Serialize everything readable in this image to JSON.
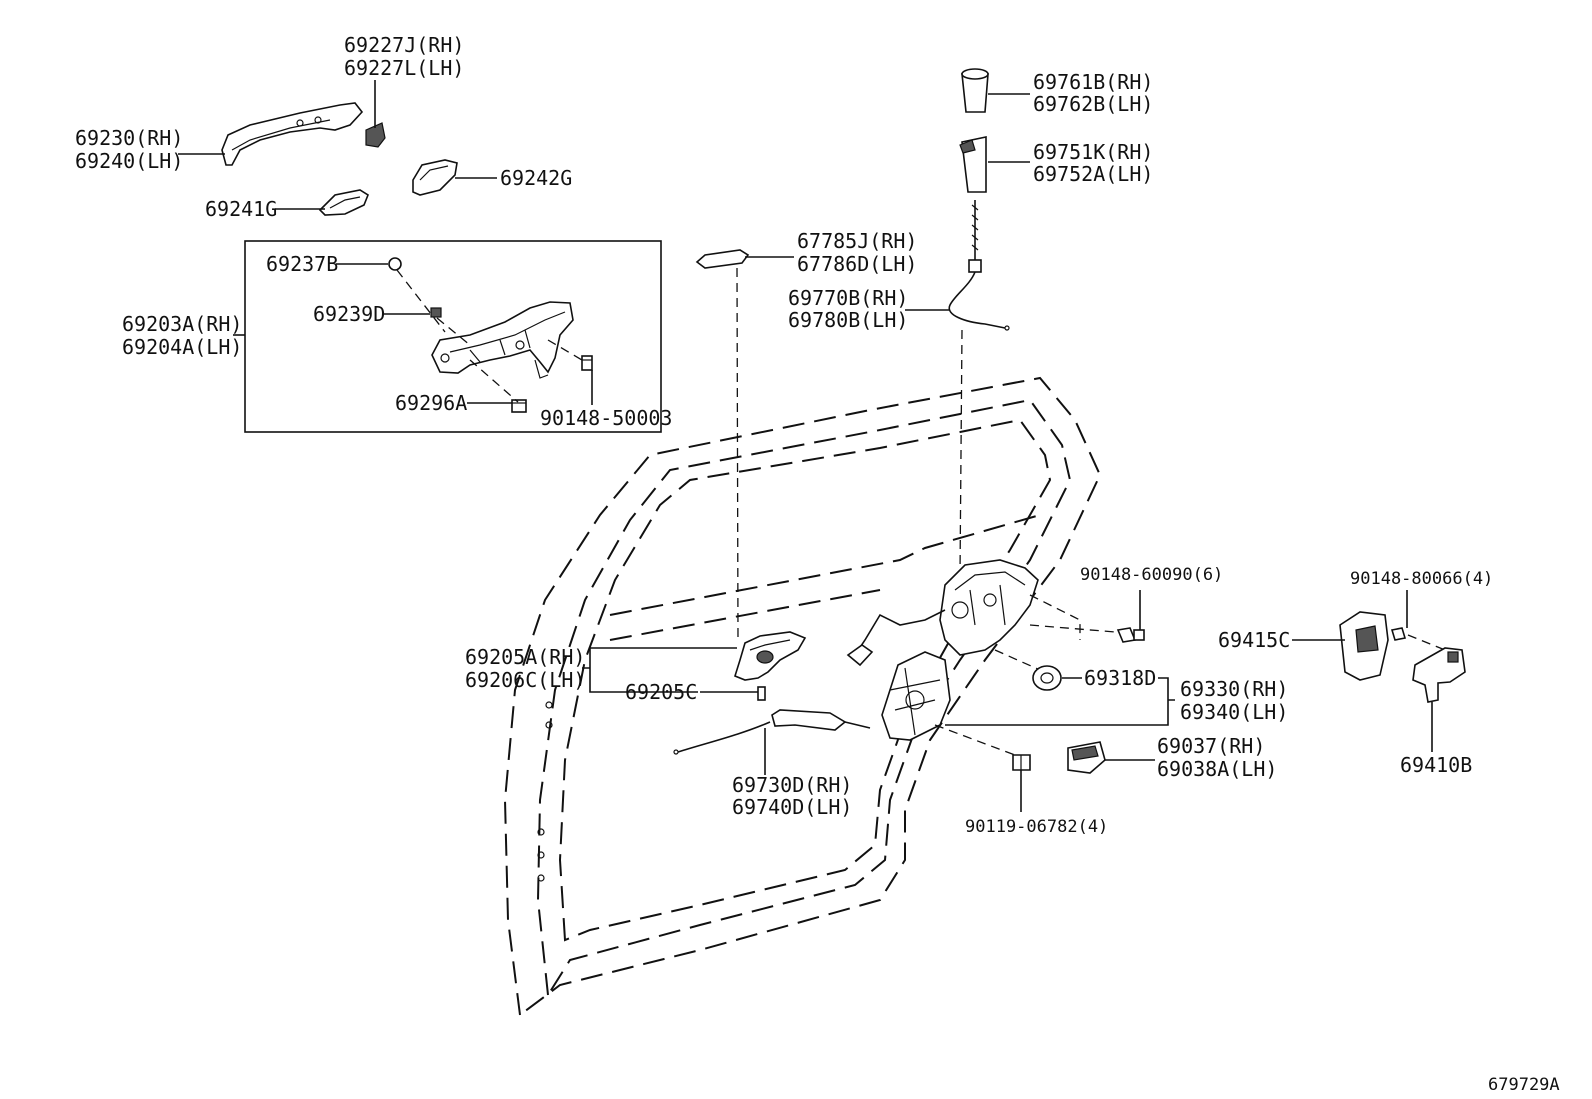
{
  "labels": {
    "p69227J": "69227J(RH)",
    "p69227L": "69227L(LH)",
    "p69230": "69230(RH)",
    "p69240": "69240(LH)",
    "p69242G": "69242G",
    "p69241G": "69241G",
    "p69237B": "69237B",
    "p69239D": "69239D",
    "p69203A": "69203A(RH)",
    "p69204A": "69204A(LH)",
    "p69296A": "69296A",
    "p90148_50003": "90148-50003",
    "p67785J": "67785J(RH)",
    "p67786D": "67786D(LH)",
    "p69761B": "69761B(RH)",
    "p69762B": "69762B(LH)",
    "p69751K": "69751K(RH)",
    "p69752A": "69752A(LH)",
    "p69770B": "69770B(RH)",
    "p69780B": "69780B(LH)",
    "p90148_60090": "90148-60090(6)",
    "p90148_80066": "90148-80066(4)",
    "p69415C": "69415C",
    "p69205A": "69205A(RH)",
    "p69206C": "69206C(LH)",
    "p69205C": "69205C",
    "p69318D": "69318D",
    "p69330": "69330(RH)",
    "p69340": "69340(LH)",
    "p69037": "69037(RH)",
    "p69038A": "69038A(LH)",
    "p69410B": "69410B",
    "p69730D": "69730D(RH)",
    "p69740D": "69740D(LH)",
    "p90119_06782": "90119-06782(4)"
  },
  "diagram_id": "679729A"
}
